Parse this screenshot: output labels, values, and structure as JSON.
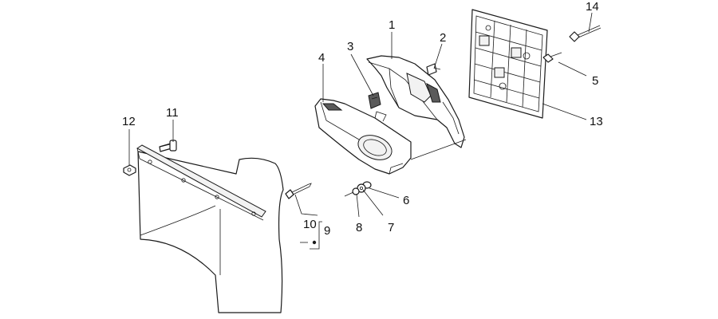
{
  "diagram": {
    "callouts": [
      {
        "id": "c1",
        "label": "1"
      },
      {
        "id": "c2",
        "label": "2"
      },
      {
        "id": "c3",
        "label": "3"
      },
      {
        "id": "c4",
        "label": "4"
      },
      {
        "id": "c5",
        "label": "5"
      },
      {
        "id": "c6",
        "label": "6"
      },
      {
        "id": "c7",
        "label": "7"
      },
      {
        "id": "c8",
        "label": "8"
      },
      {
        "id": "c9",
        "label": "9"
      },
      {
        "id": "c10",
        "label": "10"
      },
      {
        "id": "c11",
        "label": "11"
      },
      {
        "id": "c12",
        "label": "12"
      },
      {
        "id": "c13",
        "label": "13"
      },
      {
        "id": "c14",
        "label": "14"
      }
    ],
    "colors": {
      "line": "#1a1a1a",
      "fill": "#ffffff",
      "shade": "#5a5a5a"
    }
  }
}
